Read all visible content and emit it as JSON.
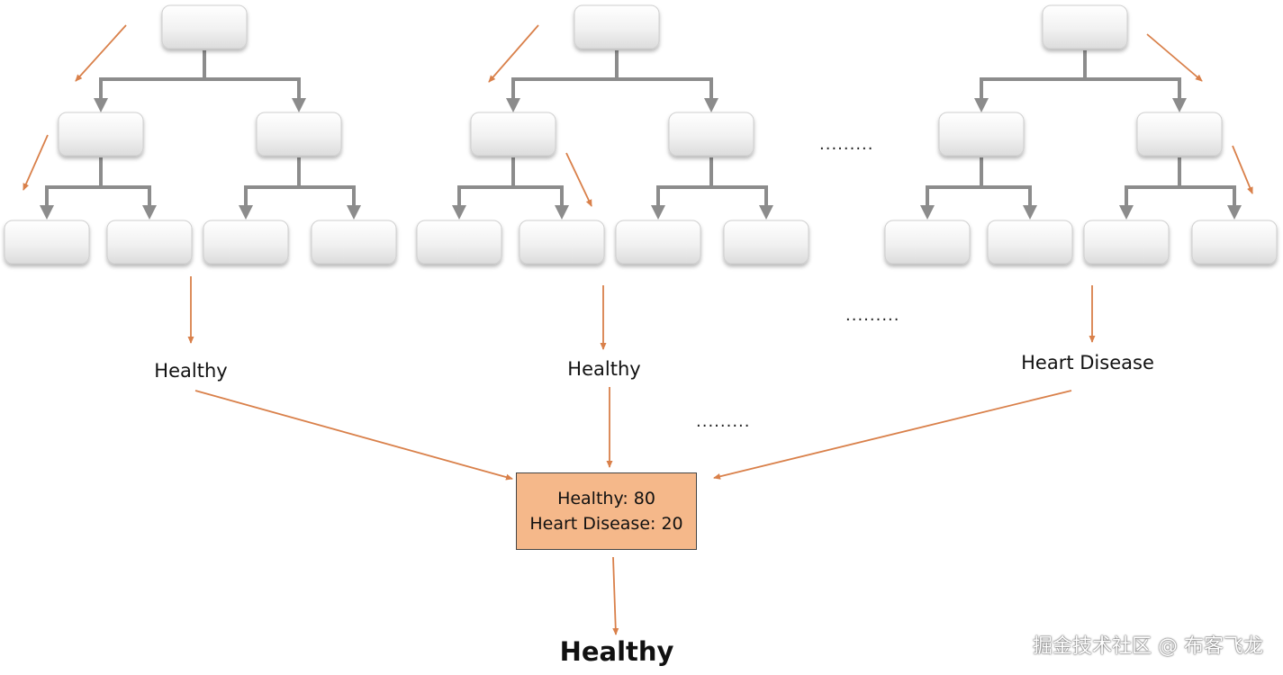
{
  "trees": [
    {
      "prediction": "Healthy"
    },
    {
      "prediction": "Healthy"
    },
    {
      "prediction": "Heart Disease"
    }
  ],
  "ellipses": {
    "between_trees": ".........",
    "between_outputs": ".........",
    "between_votes": "........."
  },
  "vote": {
    "line1": "Healthy: 80",
    "line2": "Heart Disease: 20"
  },
  "final_prediction": "Healthy",
  "watermark": "掘金技术社区 @ 布客飞龙",
  "colors": {
    "arrow_orange": "#d9804a",
    "tree_connector_gray": "#8c8c8c",
    "node_fill": "#f2f2f2",
    "vote_box_fill": "#f5b88a"
  }
}
